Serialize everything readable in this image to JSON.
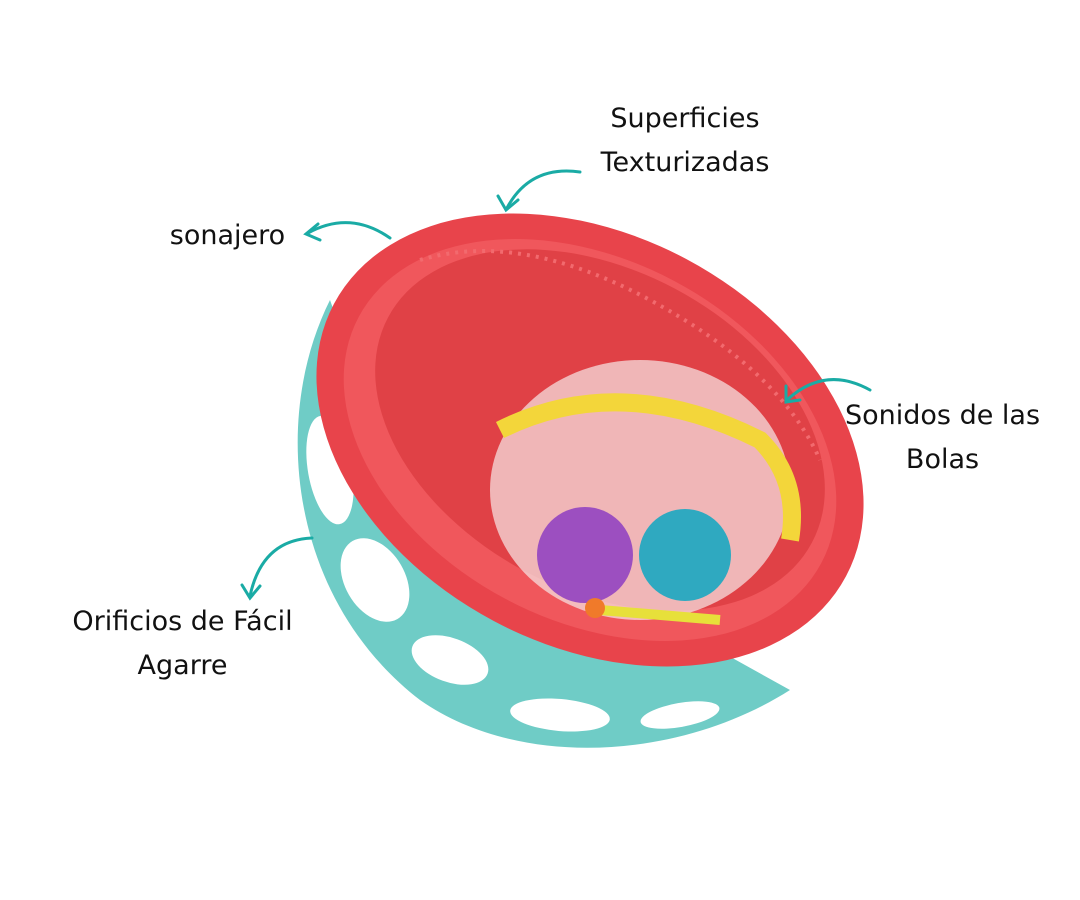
{
  "labels": {
    "textured_surfaces": {
      "line1": "Superficies",
      "line2": "Texturizadas"
    },
    "rattle": "sonajero",
    "ball_sounds": {
      "line1": "Sonidos de las",
      "line2": "Bolas"
    },
    "grip_holes": {
      "line1": "Orificios de Fácil",
      "line2": "Agarre"
    }
  },
  "colors": {
    "arrow": "#1aaba5",
    "bowl_red": "#ec4a50",
    "base_teal": "#5fc7c0",
    "band_yellow": "#f3d63a"
  }
}
